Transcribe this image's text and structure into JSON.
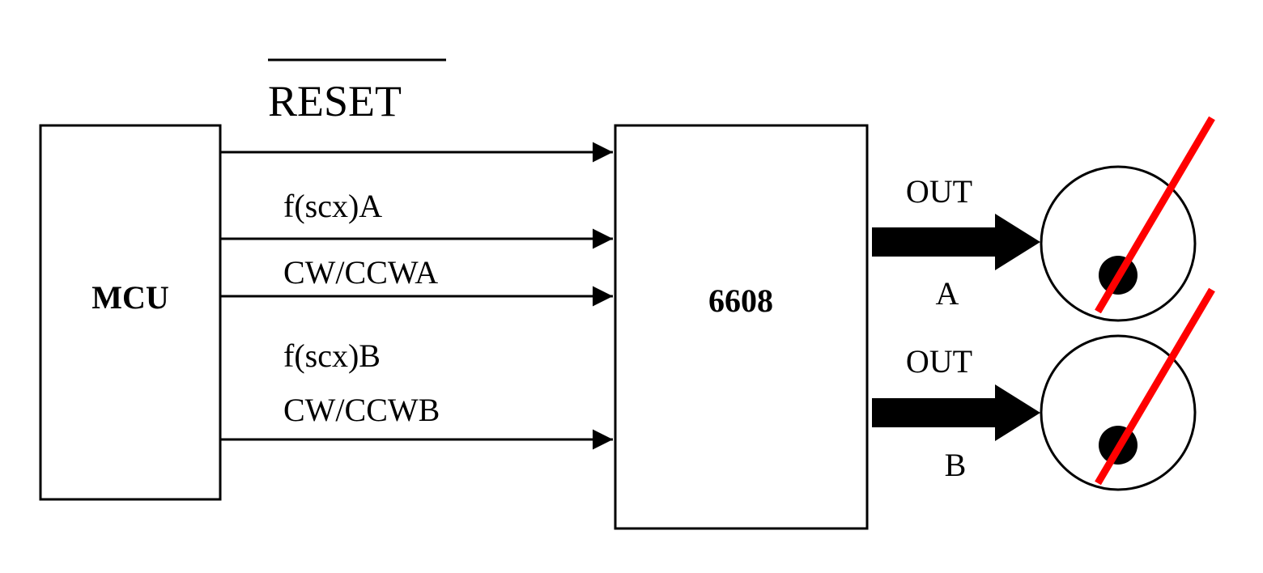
{
  "blocks": {
    "mcu": {
      "label": "MCU"
    },
    "driver": {
      "label": "6608"
    }
  },
  "signals": {
    "reset": "RESET",
    "fscx_a": "f(scx)A",
    "cwccw_a": "CW/CCWA",
    "fscx_b": "f(scx)B",
    "cwccw_b": "CW/CCWB"
  },
  "outputs": {
    "out_a": {
      "label": "OUT",
      "channel": "A"
    },
    "out_b": {
      "label": "OUT",
      "channel": "B"
    }
  },
  "colors": {
    "line": "#000000",
    "needle": "#ff0000",
    "background": "#ffffff"
  }
}
